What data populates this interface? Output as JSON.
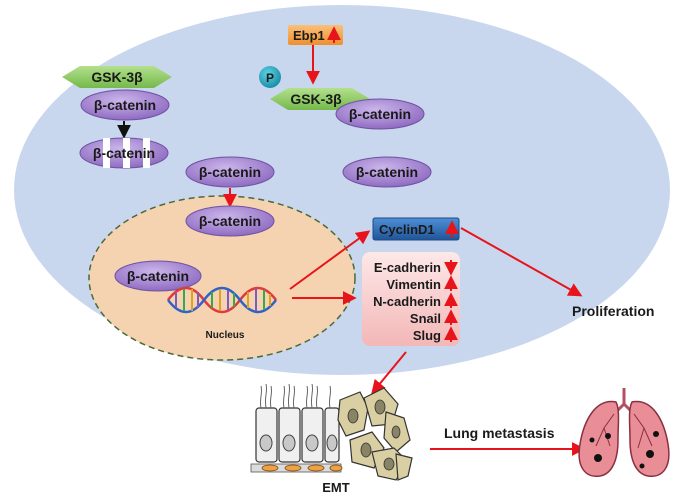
{
  "diagram": {
    "colors": {
      "cell": "#c9d7ee",
      "nucleus": "#f6d3b0",
      "catenin": "#a98bd0",
      "gsk": "#8fcf63",
      "ebp1": "#f5a34a",
      "cyclin": "#2f6fb3",
      "emt_box": "#f8d4d4",
      "arrow_red": "#e8141b",
      "lung": "#e98d97"
    },
    "labels": {
      "gsk_left": "GSK-3β",
      "catenin_left": "β-catenin",
      "catenin_degraded": "β-catenin",
      "ebp1": "Ebp1",
      "phospho": "P",
      "gsk_right": "GSK-3β",
      "catenin_bound": "β-catenin",
      "catenin_cyto1": "β-catenin",
      "catenin_cyto2": "β-catenin",
      "catenin_nuclear1": "β-catenin",
      "catenin_nuclear2": "β-catenin",
      "nucleus": "Nucleus",
      "cyclin": "CyclinD1",
      "proliferation": "Proliferation",
      "emt": "EMT",
      "lung_metastasis": "Lung metastasis"
    },
    "markers": [
      {
        "name": "E-cadherin",
        "direction": "down"
      },
      {
        "name": "Vimentin",
        "direction": "up"
      },
      {
        "name": "N-cadherin",
        "direction": "up"
      },
      {
        "name": "Snail",
        "direction": "up"
      },
      {
        "name": "Slug",
        "direction": "up"
      }
    ]
  }
}
